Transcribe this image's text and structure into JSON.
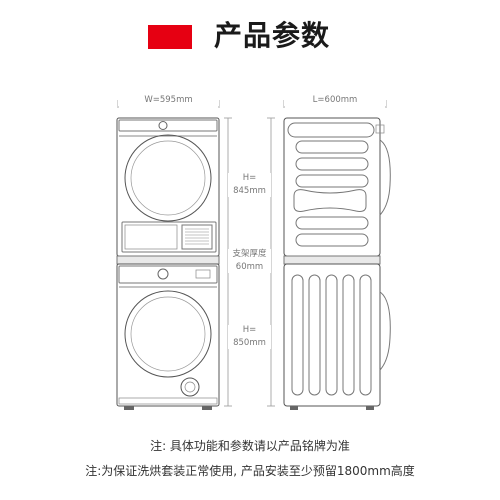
{
  "header": {
    "title": "产品参数",
    "accent_color": "#e60012"
  },
  "dimensions": {
    "width_label": "W=595mm",
    "length_label": "L=600mm",
    "upper_height_prefix": "H=",
    "upper_height_value": "845mm",
    "stand_label": "支架厚度",
    "stand_value": "60mm",
    "lower_height_prefix": "H=",
    "lower_height_value": "850mm"
  },
  "notes": {
    "line1": "注: 具体功能和参数请以产品铭牌为准",
    "line2": "注:为保证洗烘套装正常使用, 产品安装至少预留1800mm高度"
  }
}
